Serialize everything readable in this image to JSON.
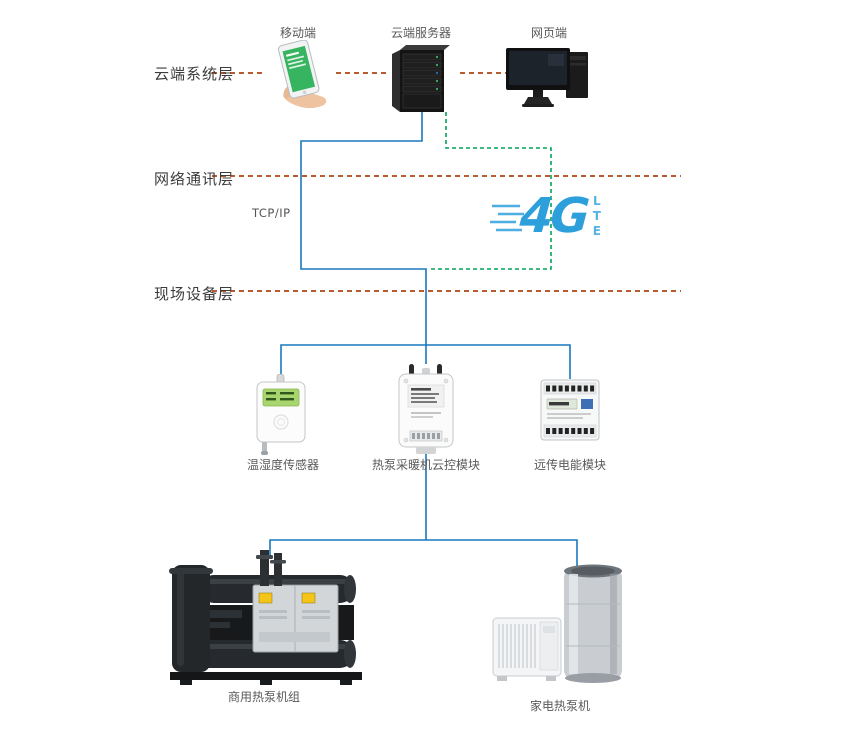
{
  "diagram": {
    "layers": [
      {
        "id": "cloud",
        "label": "云端系统层"
      },
      {
        "id": "network",
        "label": "网络通讯层"
      },
      {
        "id": "field",
        "label": "现场设备层"
      }
    ],
    "cloud_nodes": [
      {
        "id": "mobile",
        "label": "移动端"
      },
      {
        "id": "server",
        "label": "云端服务器"
      },
      {
        "id": "web",
        "label": "网页端"
      }
    ],
    "network": {
      "protocol": "TCP/IP",
      "lte_main": "4G",
      "lte_sub": "LTE"
    },
    "field_modules": [
      {
        "id": "sensor",
        "label": "温湿度传感器"
      },
      {
        "id": "controller",
        "label": "热泵采暖机云控模块"
      },
      {
        "id": "meter",
        "label": "远传电能模块"
      }
    ],
    "machines": [
      {
        "id": "commercial",
        "label": "商用热泵机组"
      },
      {
        "id": "domestic",
        "label": "家电热泵机"
      }
    ]
  },
  "colors": {
    "layer_dash": "#b65c2e",
    "green_dash": "#00a45a",
    "blue_line": "#1879be",
    "lte_blue": "#2da0dc",
    "text_dark": "#3c3c3c",
    "text_label": "#595959"
  }
}
